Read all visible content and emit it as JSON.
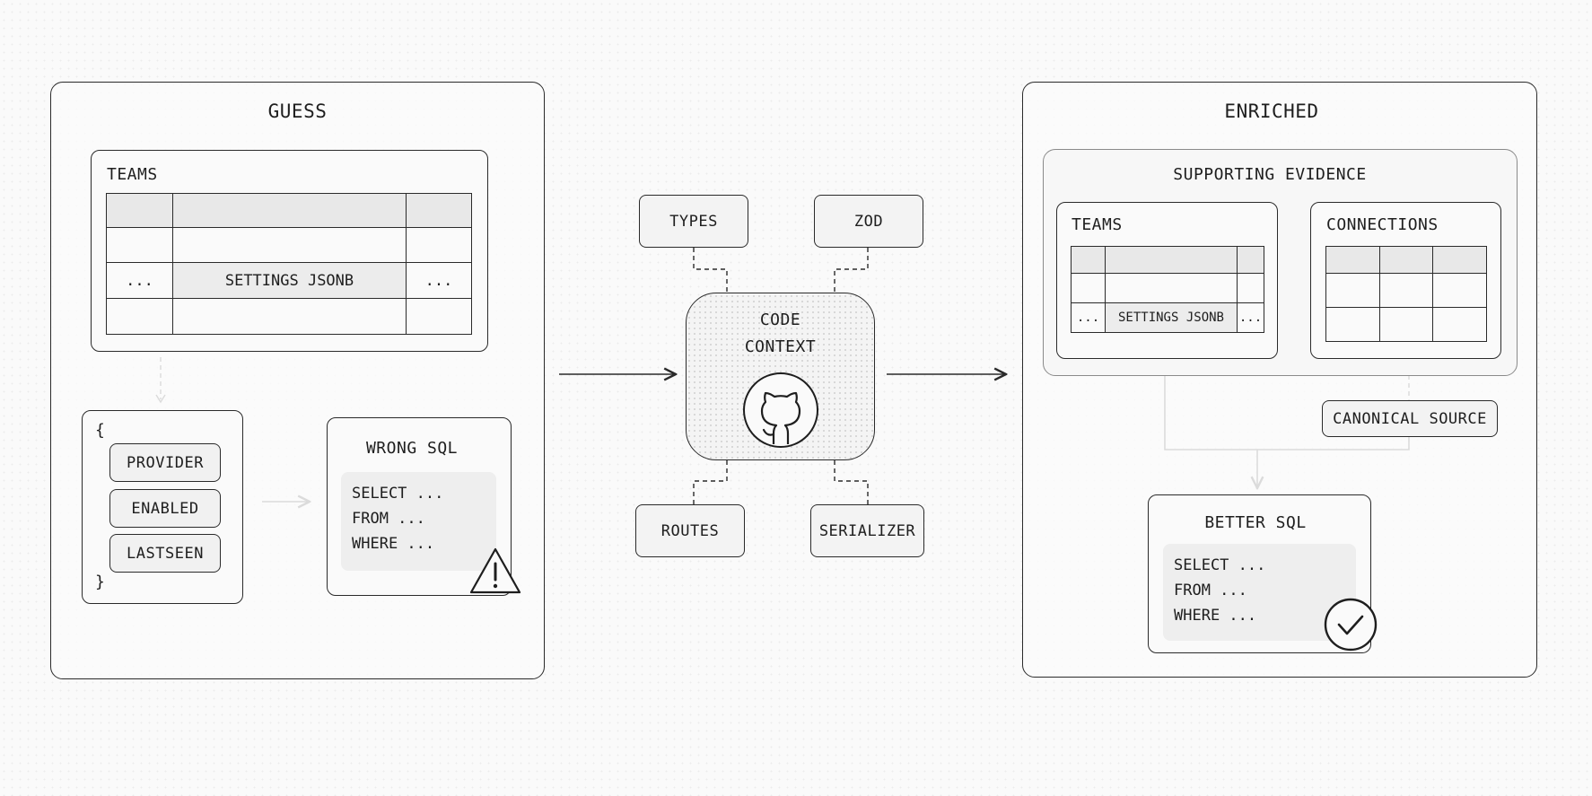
{
  "guess": {
    "title": "GUESS",
    "teams_label": "TEAMS",
    "teams_row": {
      "left": "...",
      "middle": "SETTINGS JSONB",
      "right": "..."
    },
    "json_open": "{",
    "json_close": "}",
    "json_fields": [
      "PROVIDER",
      "ENABLED",
      "LASTSEEN"
    ],
    "wrong_sql_title": "WRONG SQL",
    "sql_lines": [
      "SELECT ...",
      "FROM ...",
      "WHERE ..."
    ]
  },
  "hub": {
    "title_line1": "CODE",
    "title_line2": "CONTEXT",
    "sources": [
      "TYPES",
      "ZOD",
      "ROUTES",
      "SERIALIZER"
    ]
  },
  "enriched": {
    "title": "ENRICHED",
    "evidence_title": "SUPPORTING EVIDENCE",
    "teams_label": "TEAMS",
    "teams_row": {
      "left": "...",
      "middle": "SETTINGS JSONB",
      "right": "..."
    },
    "connections_label": "CONNECTIONS",
    "canonical_source": "CANONICAL SOURCE",
    "better_sql_title": "BETTER SQL",
    "sql_lines": [
      "SELECT ...",
      "FROM ...",
      "WHERE ..."
    ]
  },
  "icons": [
    "github-icon",
    "warning-icon",
    "check-circle-icon"
  ]
}
